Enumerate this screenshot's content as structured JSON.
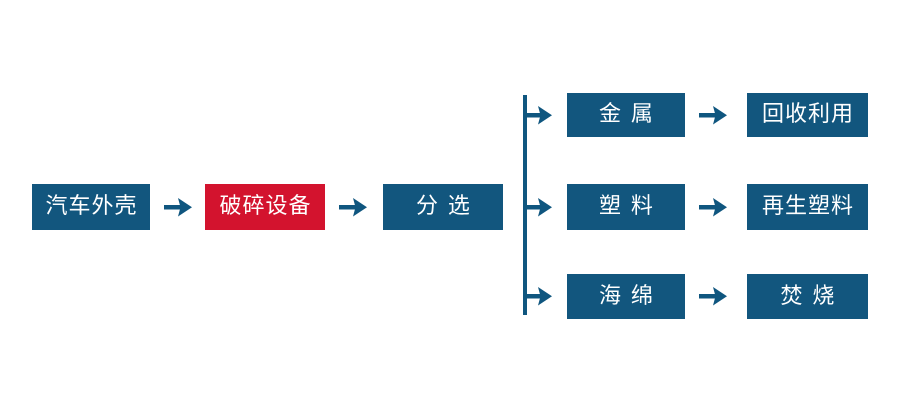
{
  "palette": {
    "box_blue": "#12567E",
    "box_red": "#D3132E",
    "arrow_blue": "#0F567F",
    "text_white": "#FFFFFF",
    "background": "#FFFFFF"
  },
  "diagram": {
    "type": "flowchart",
    "main_flow": [
      {
        "label": "汽车外壳",
        "style": "blue"
      },
      {
        "label": "破碎设备",
        "style": "red"
      },
      {
        "label": "分选",
        "style": "blue"
      }
    ],
    "branches": [
      {
        "material": "金属",
        "outcome": "回收利用"
      },
      {
        "material": "塑料",
        "outcome": "再生塑料"
      },
      {
        "material": "海绵",
        "outcome": "焚烧"
      }
    ]
  }
}
